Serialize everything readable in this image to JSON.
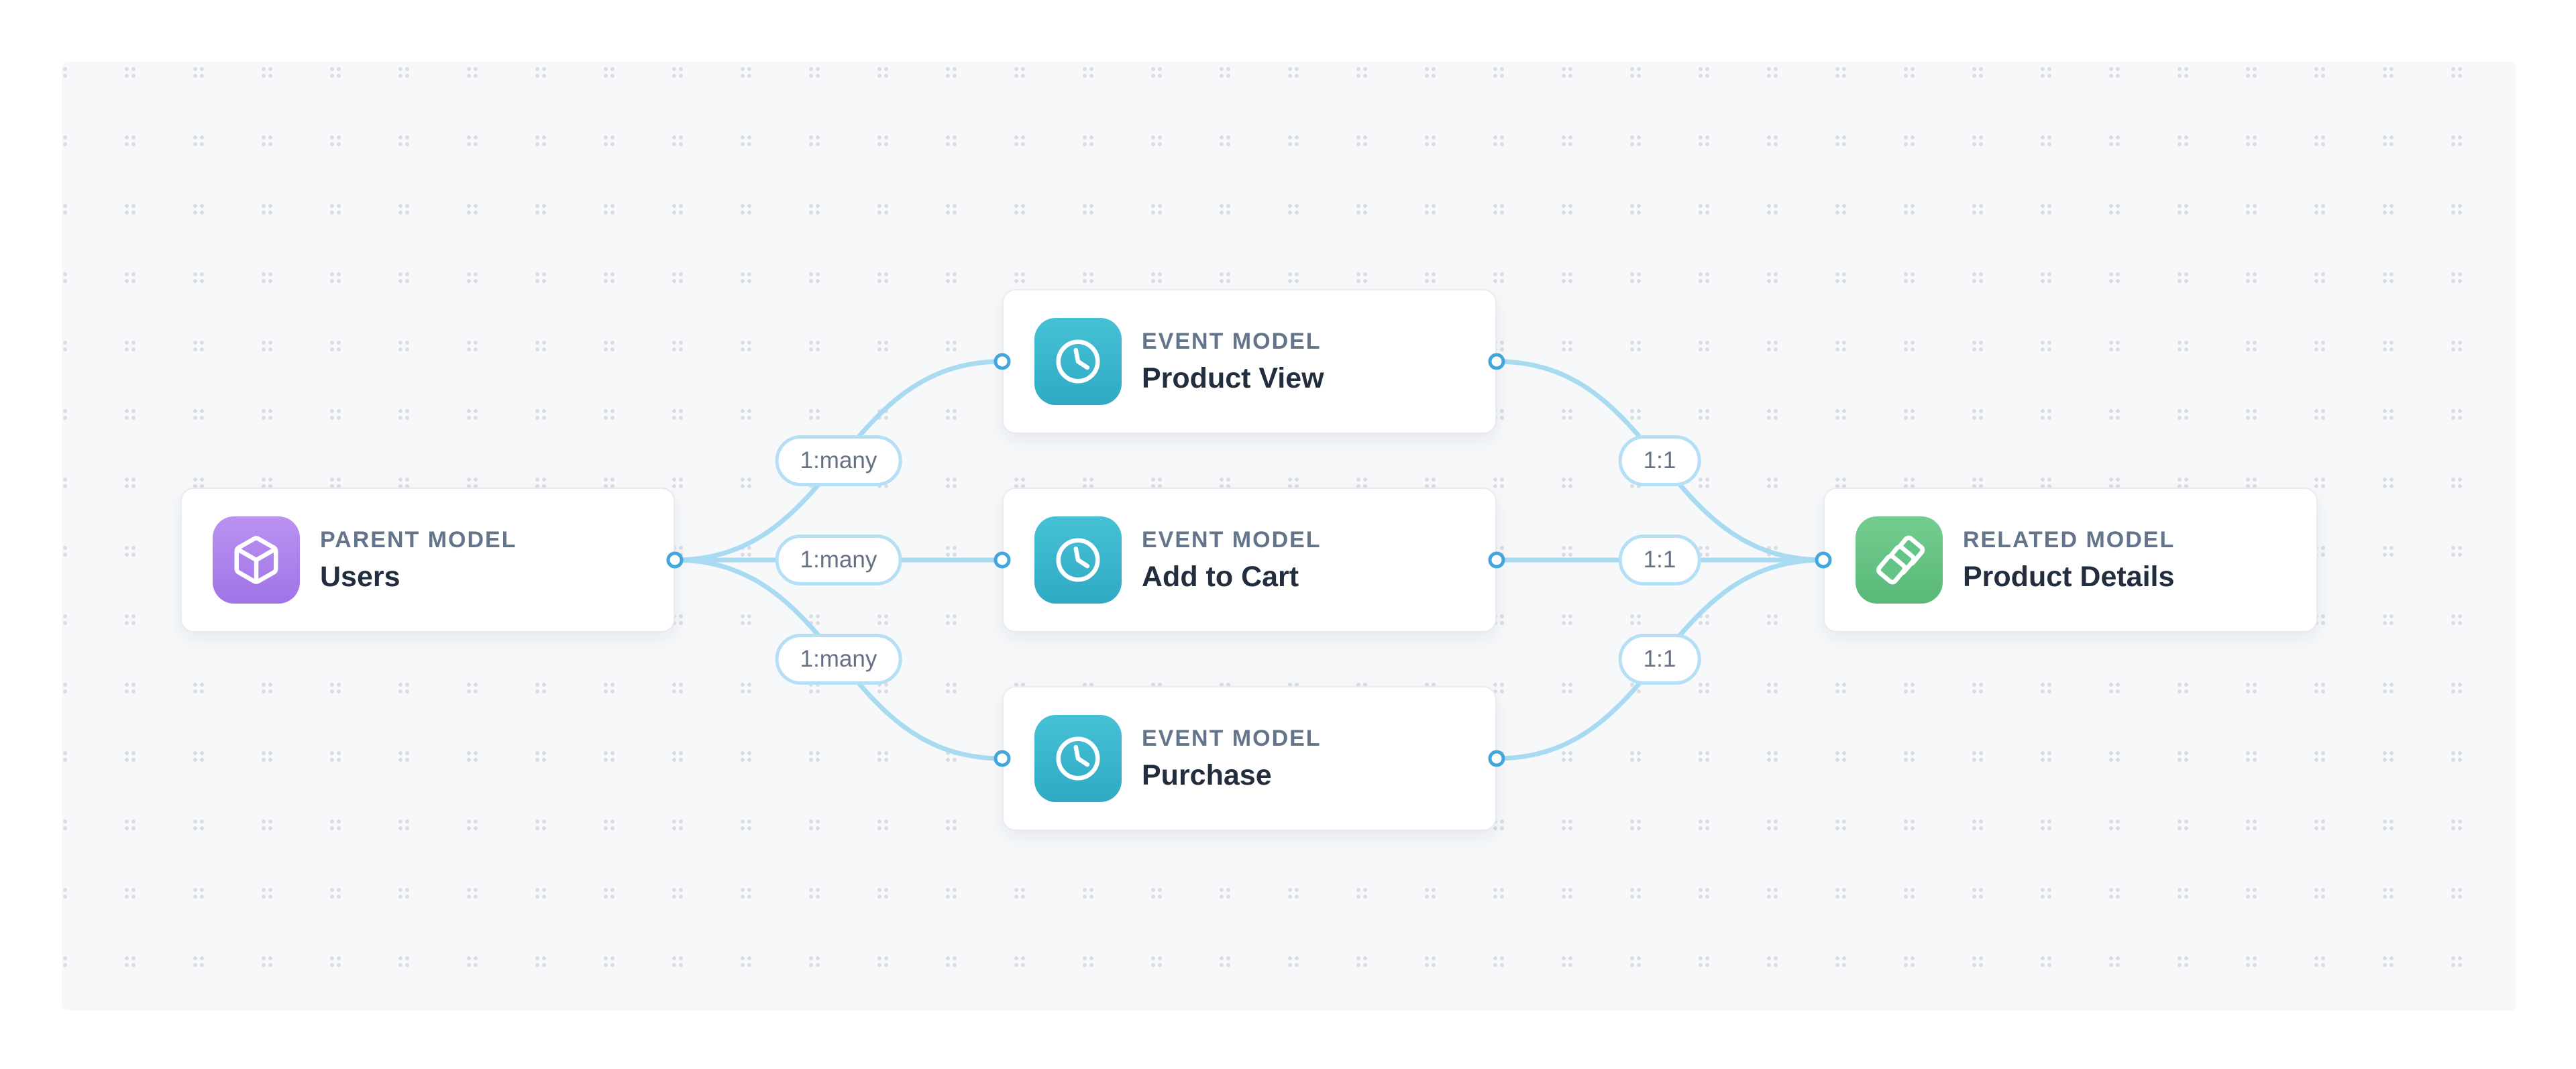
{
  "canvas": {
    "outer_background": "#FFFFFF",
    "background_color": "#F6F8FA",
    "dot_color": "#D9DCE3"
  },
  "edge_style": {
    "line_color": "#A8DAF2",
    "handle_border_color": "#42A5DC",
    "label_border_color": "#B5DFF5",
    "label_text_color": "#667085"
  },
  "nodes": [
    {
      "type_label": "PARENT MODEL",
      "name": "Users",
      "icon": "cube-icon",
      "icon_color_top": "#BB92F1",
      "icon_color_bottom": "#9F74E6"
    },
    {
      "type_label": "EVENT MODEL",
      "name": "Product View",
      "icon": "clock-icon",
      "icon_color_top": "#46C1D5",
      "icon_color_bottom": "#2FAAC4"
    },
    {
      "type_label": "EVENT MODEL",
      "name": "Add to Cart",
      "icon": "clock-icon",
      "icon_color_top": "#46C1D5",
      "icon_color_bottom": "#2FAAC4"
    },
    {
      "type_label": "EVENT MODEL",
      "name": "Purchase",
      "icon": "clock-icon",
      "icon_color_top": "#46C1D5",
      "icon_color_bottom": "#2FAAC4"
    },
    {
      "type_label": "RELATED MODEL",
      "name": "Product Details",
      "icon": "layers-icon",
      "icon_color_top": "#74CD90",
      "icon_color_bottom": "#58B878"
    }
  ],
  "edges": [
    {
      "from": "Users",
      "to": "Product View",
      "label": "1:many"
    },
    {
      "from": "Users",
      "to": "Add to Cart",
      "label": "1:many"
    },
    {
      "from": "Users",
      "to": "Purchase",
      "label": "1:many"
    },
    {
      "from": "Product View",
      "to": "Product Details",
      "label": "1:1"
    },
    {
      "from": "Add to Cart",
      "to": "Product Details",
      "label": "1:1"
    },
    {
      "from": "Purchase",
      "to": "Product Details",
      "label": "1:1"
    }
  ]
}
